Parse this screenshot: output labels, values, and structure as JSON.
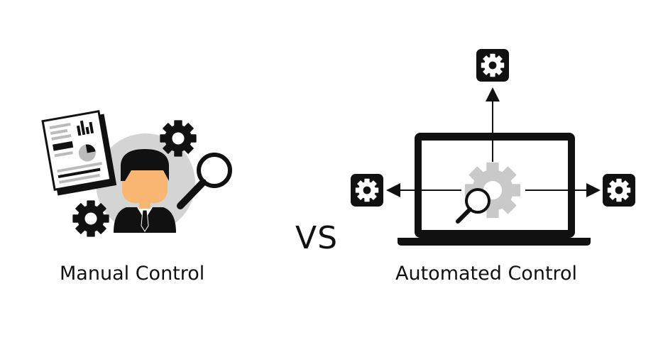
{
  "labels": {
    "manual": "Manual Control",
    "vs": "VS",
    "automated": "Automated Control"
  },
  "colors": {
    "ink": "#111111",
    "gray_circle": "#d4d4d4",
    "light_gray": "#c8c8c8",
    "skin": "#f9b673",
    "screen_gear": "#c9c9c9"
  },
  "icons": {
    "manual": [
      "document-icon",
      "gear-icon",
      "gear-icon",
      "magnifier-icon",
      "businessman-icon"
    ],
    "automated": [
      "laptop-icon",
      "gear-icon",
      "magnifier-icon",
      "gear-box-icon",
      "gear-box-icon",
      "gear-box-icon",
      "arrow-icon"
    ]
  }
}
